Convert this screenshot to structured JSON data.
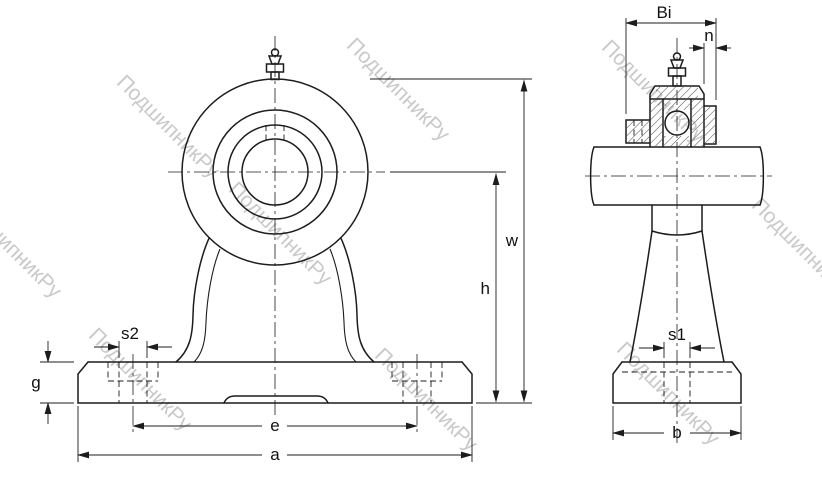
{
  "watermark": {
    "text": "ПодшипникРу"
  },
  "dimension_labels": {
    "w": "w",
    "h": "h",
    "s2": "s2",
    "g": "g",
    "e": "e",
    "a": "a",
    "Bi": "Bi",
    "n": "n",
    "s1": "s1",
    "b": "b"
  },
  "colors": {
    "line": "#1c1c1c",
    "watermark": "#9d9d9d",
    "background": "#ffffff"
  }
}
